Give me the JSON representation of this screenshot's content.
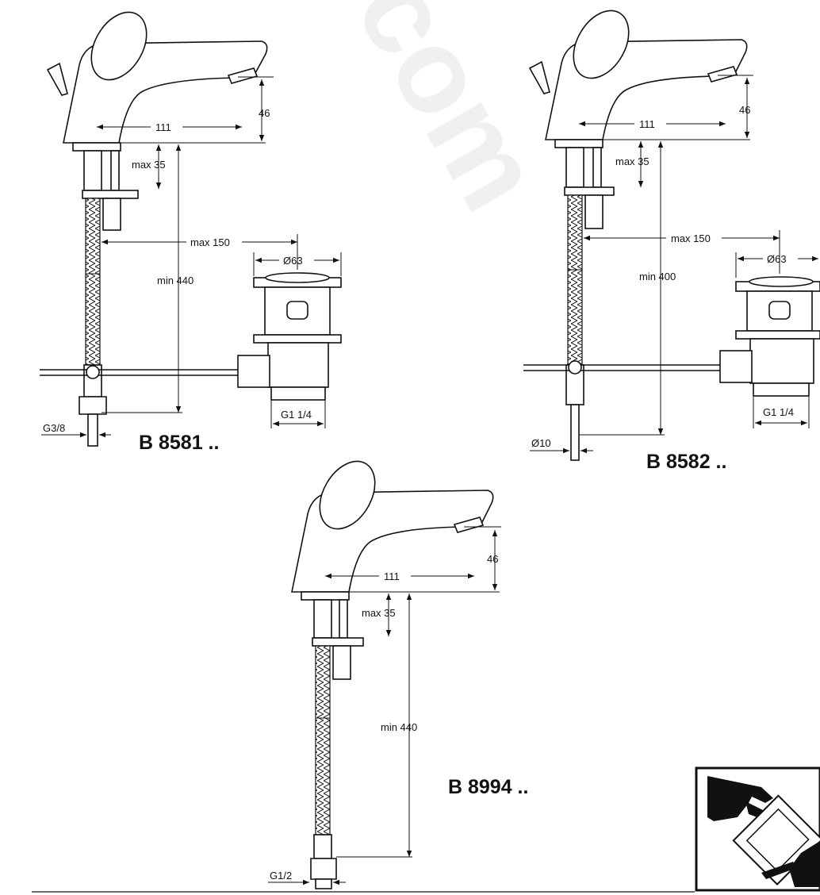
{
  "watermark": "com",
  "drawings": [
    {
      "model": "B 8581 ..",
      "spout_reach": "111",
      "spout_height": "46",
      "deck_thickness": "max 35",
      "hose_length": "min 440",
      "waste_offset": "max 150",
      "waste_diameter": "Ø63",
      "waste_thread": "G1 1/4",
      "connection": "G3/8"
    },
    {
      "model": "B 8582 ..",
      "spout_reach": "111",
      "spout_height": "46",
      "deck_thickness": "max 35",
      "hose_length": "min 400",
      "waste_offset": "max 150",
      "waste_diameter": "Ø63",
      "waste_thread": "G1 1/4",
      "connection": "Ø10"
    },
    {
      "model": "B 8994 ..",
      "spout_reach": "111",
      "spout_height": "46",
      "deck_thickness": "max 35",
      "hose_length": "min 440",
      "connection": "G1/2"
    }
  ],
  "handover_icon": "hands-handover-documents-icon"
}
